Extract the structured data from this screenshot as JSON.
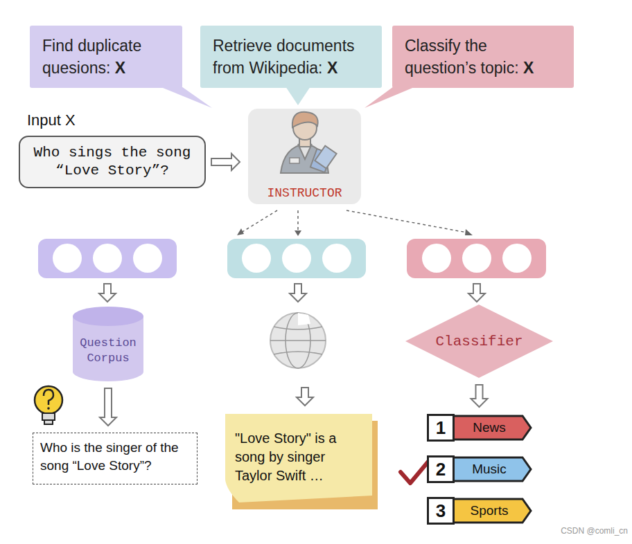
{
  "diagram": {
    "nodes": [
      {
        "text": [
          "Find duplicate quesions:",
          "X"
        ]
      },
      {
        "text": [
          "Retrieve documents from Wikipedia:",
          "X"
        ]
      },
      {
        "text": [
          "Classify the question’s topic:",
          "X"
        ]
      },
      {
        "text": [
          "Input X",
          "Who sings the song “Love Story”?"
        ]
      },
      {
        "text": [
          "INSTRUCTOR"
        ]
      },
      {
        "text": [
          "Question Corpus"
        ]
      },
      {
        "text": [
          "Classifier"
        ]
      },
      {
        "text": [
          "Who is the singer of the song “Love Story”?"
        ]
      },
      {
        "text": [
          "\"Love Story\" is a song by singer Taylor Swift …"
        ]
      },
      {
        "text": [
          "1",
          "News"
        ]
      },
      {
        "text": [
          "2",
          "Music"
        ]
      },
      {
        "text": [
          "3",
          "Sports"
        ]
      }
    ],
    "edges": [
      {
        "from": 3,
        "to": 4,
        "arrow": "to"
      },
      {
        "from": 5,
        "to": 7,
        "arrow": "to"
      },
      {
        "from": 6,
        "to": 9,
        "arrow": "to"
      }
    ],
    "labels": [
      "CSDN @comli_cn"
    ]
  }
}
